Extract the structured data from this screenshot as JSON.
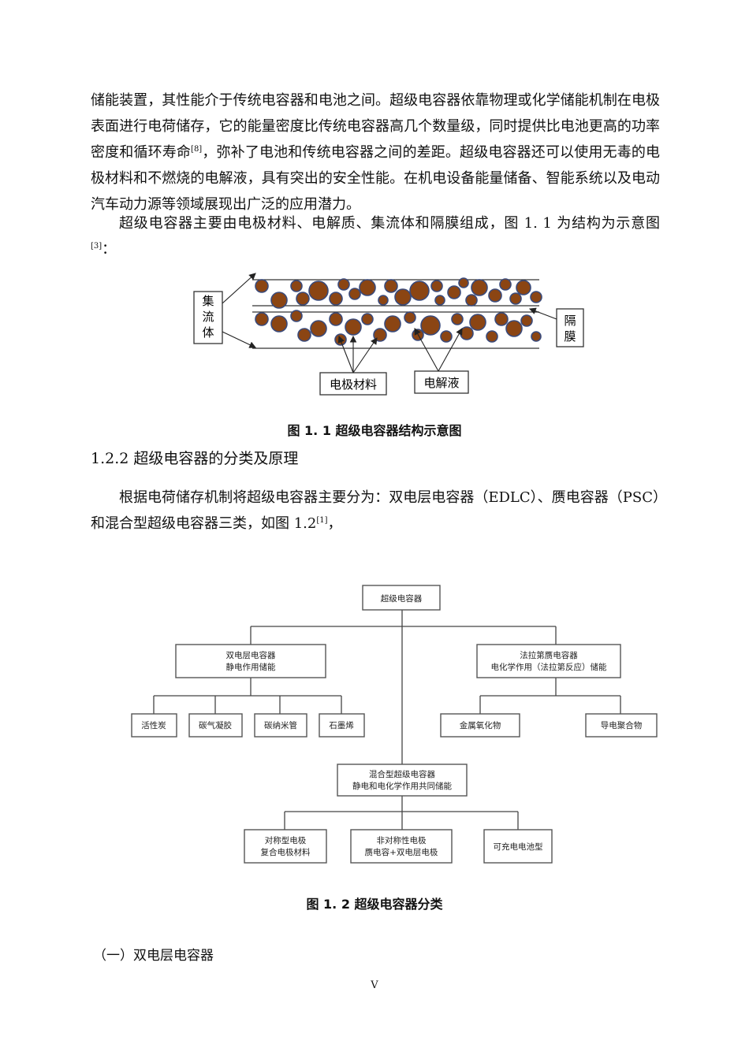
{
  "paragraph1": {
    "text_a": "储能装置，其性能介于传统电容器和电池之间。超级电容器依靠物理或化学储能机制在电极表面进行电荷储存，它的能量密度比传统电容器高几个数量级，同时提供比电池更高的功率密度和循环寿命",
    "ref": "[8]",
    "text_b": "，弥补了电池和传统电容器之间的差距。超级电容器还可以使用无毒的电极材料和不燃烧的电解液，具有突出的安全性能。在机电设备能量储备、智能系统以及电动汽车动力源等领域展现出广泛的应用潜力。"
  },
  "paragraph2": {
    "text_a": "超级电容器主要由电极材料、电解质、集流体和隔膜组成，图 1. 1 为结构为示意图",
    "ref": "[3]",
    "text_b": "："
  },
  "figure1": {
    "label_collector": "集流体",
    "label_separator": "隔膜",
    "label_electrode": "电极材料",
    "label_electrolyte": "电解液",
    "particle_color": "#8B4513",
    "particle_border": "#3a4a7a",
    "caption": "图 1. 1  超级电容器结构示意图"
  },
  "section": {
    "heading": "1.2.2  超级电容器的分类及原理"
  },
  "paragraph3": {
    "text_a": "根据电荷储存机制将超级电容器主要分为：双电层电容器（EDLC）、赝电容器（PSC）和混合型超级电容器三类，如图 1.2",
    "ref": "[1]",
    "text_b": "，"
  },
  "figure2": {
    "root": "超级电容器",
    "edlc_line1": "双电层电容器",
    "edlc_line2": "静电作用储能",
    "pseudo_line1": "法拉第赝电容器",
    "pseudo_line2": "电化学作用（法拉第反应）储能",
    "edlc_children": [
      "活性炭",
      "碳气凝胶",
      "碳纳米管",
      "石墨烯"
    ],
    "pseudo_children": [
      "金属氧化物",
      "导电聚合物"
    ],
    "hybrid_line1": "混合型超级电容器",
    "hybrid_line2": "静电和电化学作用共同储能",
    "hybrid_children": [
      {
        "line1": "对称型电极",
        "line2": "复合电极材料"
      },
      {
        "line1": "非对称性电极",
        "line2": "赝电容+双电层电极"
      },
      {
        "line1": "可充电电池型",
        "line2": ""
      }
    ],
    "caption": "图 1. 2  超级电容器分类"
  },
  "subsection": {
    "title": "（一）双电层电容器"
  },
  "page_number": "V"
}
